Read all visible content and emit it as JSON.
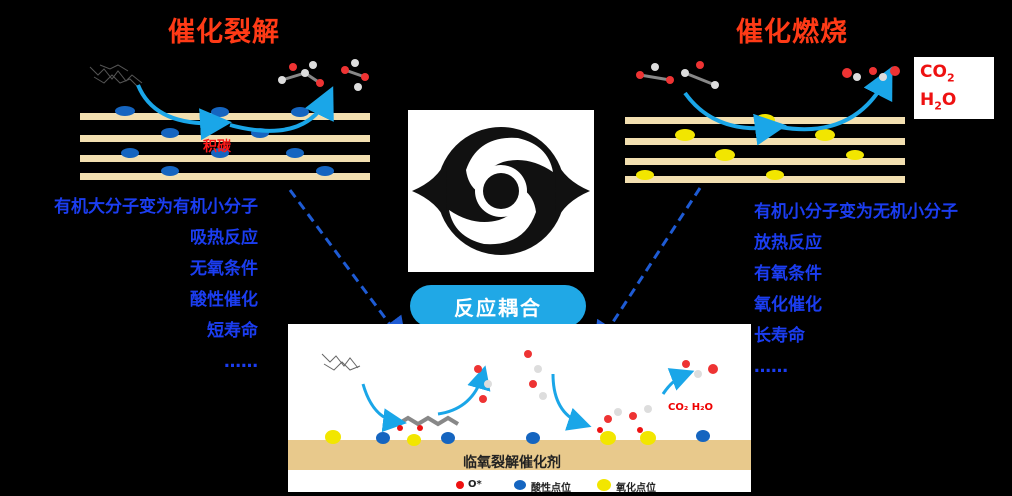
{
  "left_title": "催化裂解",
  "right_title": "催化燃烧",
  "left_items": [
    "有机大分子变为有机小分子",
    "吸热反应",
    "无氧条件",
    "酸性催化",
    "短寿命",
    "……"
  ],
  "right_items": [
    "有机小分子变为无机小分子",
    "放热反应",
    "有氧条件",
    "氧化催化",
    "长寿命",
    "……"
  ],
  "coking_label": "积碳",
  "products": {
    "co2_main": "CO",
    "co2_sub": "2",
    "h2o_main": "H",
    "h2o_sub": "2",
    "h2o_tail": "O"
  },
  "center_badge": "反应耦合",
  "catalyst_label": "临氧裂解催化剂",
  "panel_products": "CO₂ H₂O",
  "legend": {
    "o_radical": "O*",
    "acid_site": "酸性点位",
    "oxidation_site": "氧化点位"
  },
  "colors": {
    "title_red": "#ff3a16",
    "text_blue": "#1b3df0",
    "badge_blue": "#20a8e6",
    "acid_site": "#1565c0",
    "oxidation_site": "#f2e600",
    "arrow_blue": "#1aa6e8"
  }
}
